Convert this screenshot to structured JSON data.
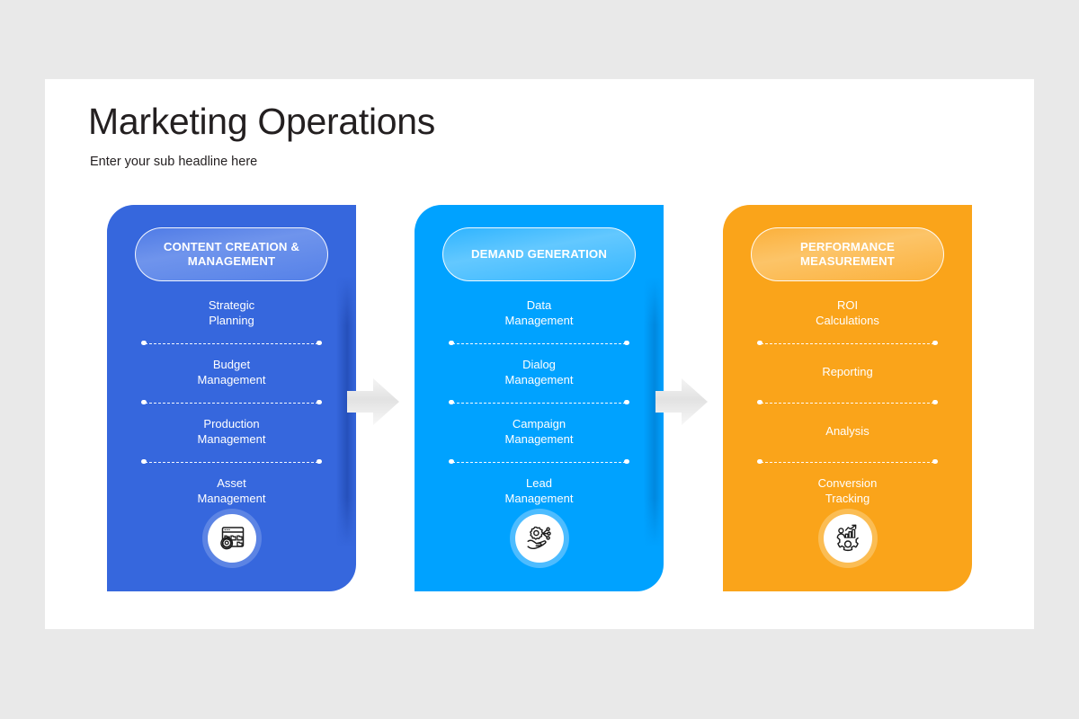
{
  "slide": {
    "title": "Marketing Operations",
    "subtitle": "Enter your sub headline here",
    "background_color": "#e9e9e9",
    "canvas_color": "#ffffff"
  },
  "columns": [
    {
      "id": "content-creation",
      "color": "#3667dd",
      "header_line1": "CONTENT CREATION &",
      "header_line2": "MANAGEMENT",
      "icon": "window-folders-gear-icon",
      "items": [
        {
          "line1": "Strategic",
          "line2": "Planning"
        },
        {
          "line1": "Budget",
          "line2": "Management"
        },
        {
          "line1": "Production",
          "line2": "Management"
        },
        {
          "line1": "Asset",
          "line2": "Management"
        }
      ]
    },
    {
      "id": "demand-generation",
      "color": "#00a2ff",
      "header_line1": "DEMAND GENERATION",
      "header_line2": "",
      "icon": "hand-gear-network-icon",
      "items": [
        {
          "line1": "Data",
          "line2": "Management"
        },
        {
          "line1": "Dialog",
          "line2": "Management"
        },
        {
          "line1": "Campaign",
          "line2": "Management"
        },
        {
          "line1": "Lead",
          "line2": "Management"
        }
      ]
    },
    {
      "id": "performance-measurement",
      "color": "#faa41a",
      "header_line1": "PERFORMANCE",
      "header_line2": "MEASUREMENT",
      "icon": "person-bar-chart-gear-icon",
      "items": [
        {
          "line1": "ROI",
          "line2": "Calculations"
        },
        {
          "line1": "Reporting",
          "line2": ""
        },
        {
          "line1": "Analysis",
          "line2": ""
        },
        {
          "line1": "Conversion",
          "line2": "Tracking"
        }
      ]
    }
  ],
  "connectors": [
    {
      "id": "arrow-1",
      "direction": "right"
    },
    {
      "id": "arrow-2",
      "direction": "right"
    }
  ]
}
